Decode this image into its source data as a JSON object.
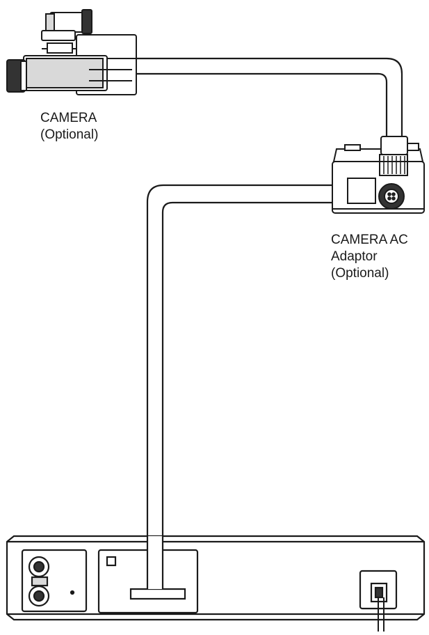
{
  "camera": {
    "name": "CAMERA",
    "note": "(Optional)"
  },
  "adaptor": {
    "name": "CAMERA AC",
    "name2": "Adaptor",
    "note": "(Optional)"
  },
  "colors": {
    "line": "#1a1a1a",
    "fill": "#ffffff",
    "shade": "#d9d9d9",
    "dark": "#333333"
  }
}
